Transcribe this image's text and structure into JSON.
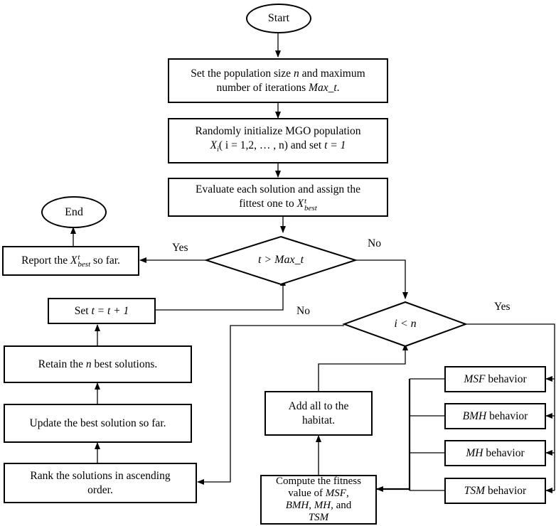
{
  "nodes": {
    "start": "Start",
    "init_params": {
      "line1_a": "Set the population size ",
      "var_n": "n",
      "line1_b": " and maximum",
      "line2_a": "number of iterations ",
      "var_max": "Max_t",
      "line2_b": "."
    },
    "random_init": {
      "line1": "Randomly initialize MGO population",
      "var_x": "X",
      "sub_i": "i",
      "line2_a": "( i = 1,2, … , n) and set ",
      "line2_b": "t = 1"
    },
    "evaluate": {
      "line1": "Evaluate each solution and assign the",
      "line2_a": "fittest one to ",
      "var_x": "X",
      "sup": "t",
      "sub": "best"
    },
    "end": "End",
    "report": {
      "text_a": "Report the ",
      "var_x": "X",
      "sup": "t",
      "sub": "best",
      "text_b": " so far."
    },
    "decision_t": "t > Max_t",
    "set_t": {
      "text_a": "Set ",
      "expr": "t = t + 1"
    },
    "decision_i": "i < n",
    "retain": {
      "text_a": "Retain the ",
      "var_n": "n",
      "text_b": " best solutions."
    },
    "update": "Update the best solution so far.",
    "rank": {
      "line1": "Rank the solutions in ascending",
      "line2": "order."
    },
    "add_all": {
      "line1": "Add all to the",
      "line2": "habitat."
    },
    "compute": {
      "line1": "Compute the fitness",
      "line2_a": "value of ",
      "line2_var": "MSF",
      "line2_b": ",",
      "line3_var1": "BMH",
      "line3_a": ", ",
      "line3_var2": "MH",
      "line3_b": ", and",
      "line4_var": "TSM"
    },
    "msf": {
      "var": "MSF",
      "text": " behavior"
    },
    "bmh": {
      "var": "BMH",
      "text": " behavior"
    },
    "mh": {
      "var": "MH",
      "text": " behavior"
    },
    "tsm": {
      "var": "TSM",
      "text": " behavior"
    }
  },
  "labels": {
    "yes_t": "Yes",
    "no_t": "No",
    "no_i": "No",
    "yes_i": "Yes"
  }
}
